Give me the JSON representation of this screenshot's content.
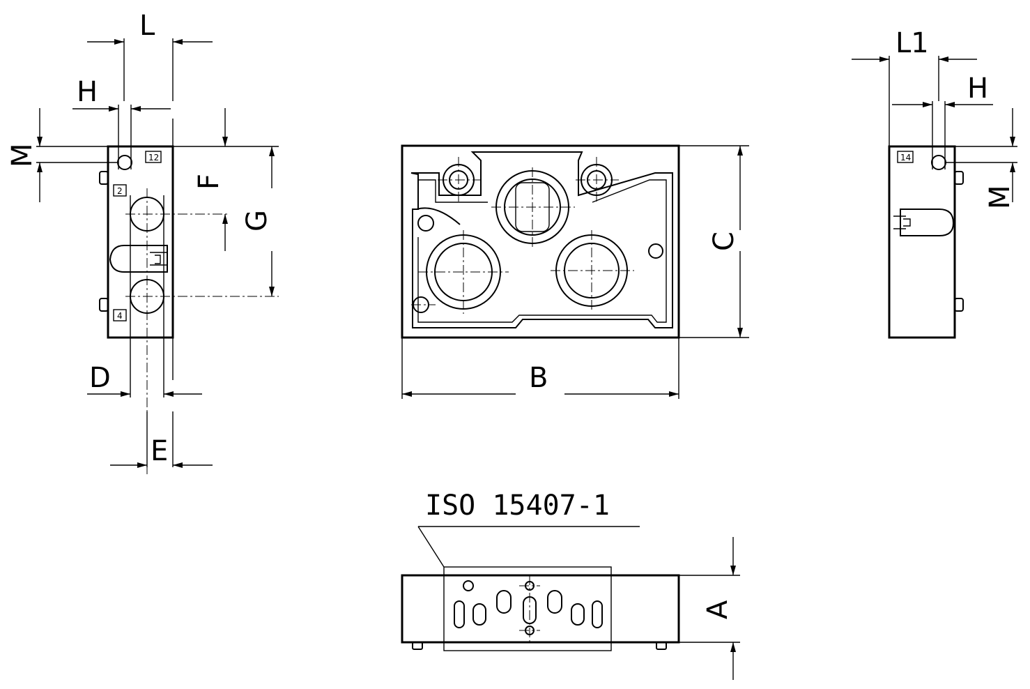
{
  "dimensions": {
    "L": "L",
    "H": "H",
    "M": "M",
    "F": "F",
    "G": "G",
    "D": "D",
    "E": "E",
    "B": "B",
    "C": "C",
    "L1": "L1",
    "A": "A"
  },
  "port_labels": {
    "p12": "12",
    "p2": "2",
    "p4": "4",
    "p14": "14"
  },
  "standard_label": "ISO 15407-1"
}
